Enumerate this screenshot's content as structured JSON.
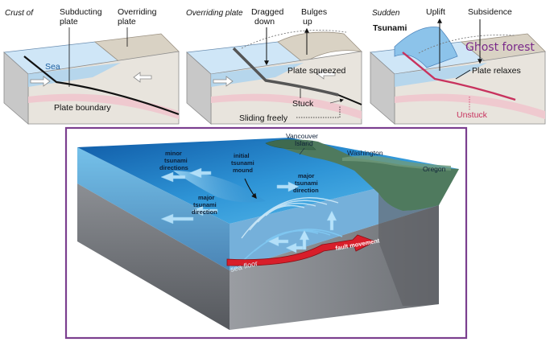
{
  "panel1": {
    "title": "Crust of",
    "subducting_plate": [
      "Subducting",
      "plate"
    ],
    "overriding_plate": [
      "Overriding",
      "plate"
    ],
    "sea": "Sea",
    "plate_boundary": "Plate boundary"
  },
  "panel2": {
    "title": "Overriding plate",
    "dragged_down": [
      "Dragged",
      "down"
    ],
    "bulges_up": [
      "Bulges",
      "up"
    ],
    "plate_squeezed": "Plate squeezed",
    "stuck": "Stuck",
    "sliding_freely": "Sliding freely"
  },
  "panel3": {
    "title": "Sudden",
    "uplift": "Uplift",
    "subsidence": "Subsidence",
    "tsunami": "Tsunami",
    "ghost_forest": "Ghost forest",
    "plate_relaxes": "Plate relaxes",
    "unstuck": "Unstuck"
  },
  "map": {
    "vancouver_island": [
      "Vancouver",
      "Island"
    ],
    "washington": "Washington",
    "oregon": "Oregon",
    "minor_tsunami": [
      "minor",
      "tsunami",
      "directions"
    ],
    "initial_mound": [
      "initial",
      "tsunami",
      "mound"
    ],
    "major_tsunami_right": [
      "major",
      "tsunami",
      "direction"
    ],
    "major_tsunami_left": [
      "major",
      "tsunami",
      "direction"
    ],
    "fault_movement": "fault movement",
    "sea_floor": "sea floor"
  },
  "colors": {
    "frame_border": "#7b3f8f",
    "sea_blue": "#2f8fd0",
    "fault_red": "#d81e2a",
    "ghost_text": "#7a2a8a"
  }
}
